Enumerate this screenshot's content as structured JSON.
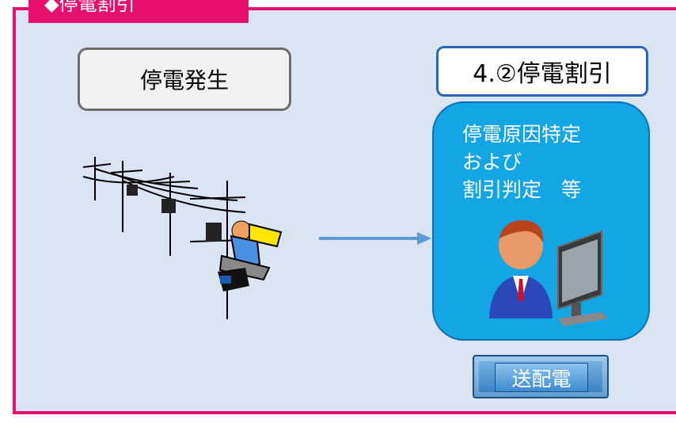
{
  "section_title": "◆停電割引",
  "left_box": {
    "label": "停電発生"
  },
  "right_header": {
    "label": "4.②停電割引"
  },
  "card": {
    "lines": [
      "停電原因特定",
      "および",
      "割引判定　等"
    ]
  },
  "button": {
    "label": "送配電"
  },
  "icons": {
    "worker": "utility-pole-worker-illustration",
    "operator": "computer-operator-icon",
    "arrow": "right-arrow-icon"
  },
  "colors": {
    "frame": "#e8106e",
    "panel": "#dbe4f3",
    "card": "#13a5e4",
    "header_border": "#2a66b8",
    "arrow": "#5b9bd5"
  }
}
